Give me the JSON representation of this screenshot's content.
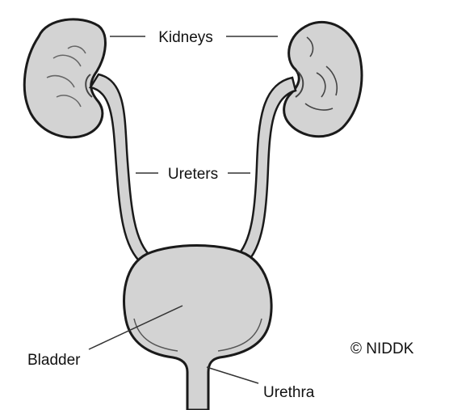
{
  "labels": {
    "kidneys": "Kidneys",
    "ureters": "Ureters",
    "bladder": "Bladder",
    "urethra": "Urethra"
  },
  "credit": "© NIDDK",
  "colors": {
    "organ_fill": "#d3d3d3",
    "outline": "#1a1a1a",
    "leader": "#333333",
    "background": "#ffffff"
  }
}
